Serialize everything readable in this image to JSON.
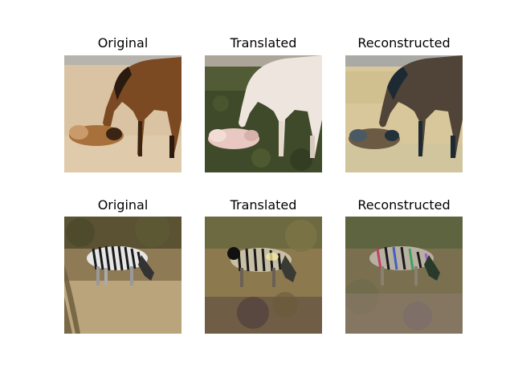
{
  "rows": [
    {
      "subject": "horse and foal",
      "panels": [
        {
          "title": "Original",
          "style": "natural"
        },
        {
          "title": "Translated",
          "style": "green-field-white-horse"
        },
        {
          "title": "Reconstructed",
          "style": "natural-faded"
        }
      ]
    },
    {
      "subject": "zebra grazing",
      "panels": [
        {
          "title": "Original",
          "style": "natural"
        },
        {
          "title": "Translated",
          "style": "artifacted"
        },
        {
          "title": "Reconstructed",
          "style": "artifacted-green"
        }
      ]
    }
  ],
  "colors": {
    "sand": "#d9c3a2",
    "sky": "#b7b3ad",
    "horse_brown": "#7b4a22",
    "grass_green": "#3f4a2a",
    "white_horse": "#eee6de",
    "dry_grass": "#b9a47c",
    "zebra_dark": "#1a1a1a"
  }
}
